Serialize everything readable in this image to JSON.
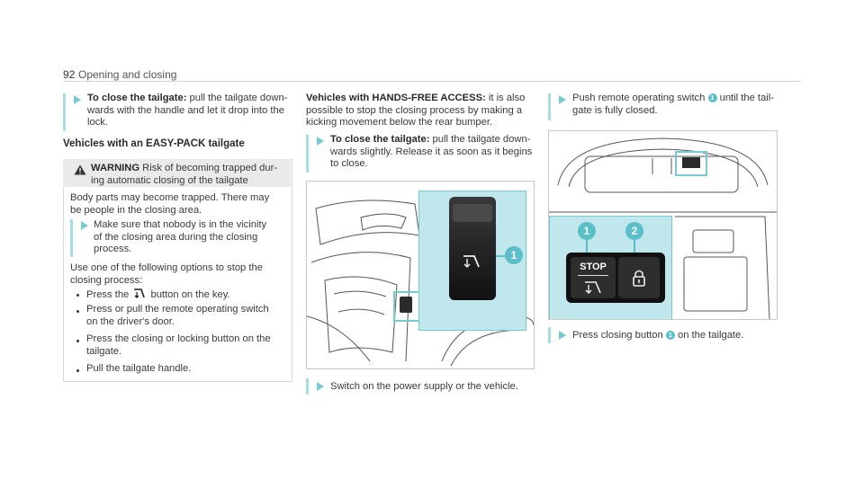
{
  "header": {
    "page_number": "92",
    "section": "Opening and closing"
  },
  "col1": {
    "step1_bold": "To close the tailgate:",
    "step1_l1": " pull the tailgate down-",
    "step1_l2": "wards with the handle and let it drop into the",
    "step1_l3": "lock.",
    "heading": "Vehicles with an EASY-PACK tailgate",
    "warning_label": "WARNING",
    "warning_l1": " Risk of becoming trapped dur-",
    "warning_l2": "ing automatic closing of the tailgate",
    "body_l1": "Body parts may become trapped. There may",
    "body_l2": "be people in the closing area.",
    "make_l1": "Make sure that nobody is in the vicinity",
    "make_l2": "of the closing area during the closing",
    "make_l3": "process.",
    "use_l1": "Use one of the following options to stop the",
    "use_l2": "closing process:",
    "press_pre": "Press the",
    "press_post": "button on the key.",
    "b2_l1": "Press or pull the remote operating switch",
    "b2_l2": "on the driver's door.",
    "b3_l1": "Press the closing or locking button on the",
    "b3_l2": "tailgate.",
    "b4": "Pull the tailgate handle."
  },
  "col2": {
    "heading": "Vehicles with HANDS-FREE ACCESS:",
    "intro_tail": " it is also",
    "intro_l2": "possible to stop the closing process by making a",
    "intro_l3": "kicking movement below the rear bumper.",
    "step_bold": "To close the tailgate:",
    "step_l1": " pull the tailgate down-",
    "step_l2": "wards slightly. Release it as soon as it begins",
    "step_l3": "to close.",
    "callout_1": "1",
    "caption": "Switch on the power supply or the vehicle."
  },
  "col3": {
    "push_pre": "Push remote operating switch",
    "push_badge": "1",
    "push_post": "until the tail-",
    "push_l2": "gate is fully closed.",
    "callout_1": "1",
    "callout_2": "2",
    "stop_label": "STOP",
    "press_pre": "Press closing button",
    "press_badge": "1",
    "press_post": "on the tailgate."
  },
  "colors": {
    "accent": "#78c9d2",
    "highlight": "#bfe7ec",
    "callout": "#5bbfc9"
  },
  "icons": [
    "warning-triangle-icon",
    "tailgate-key-icon",
    "play-arrow-icon",
    "lock-icon"
  ]
}
